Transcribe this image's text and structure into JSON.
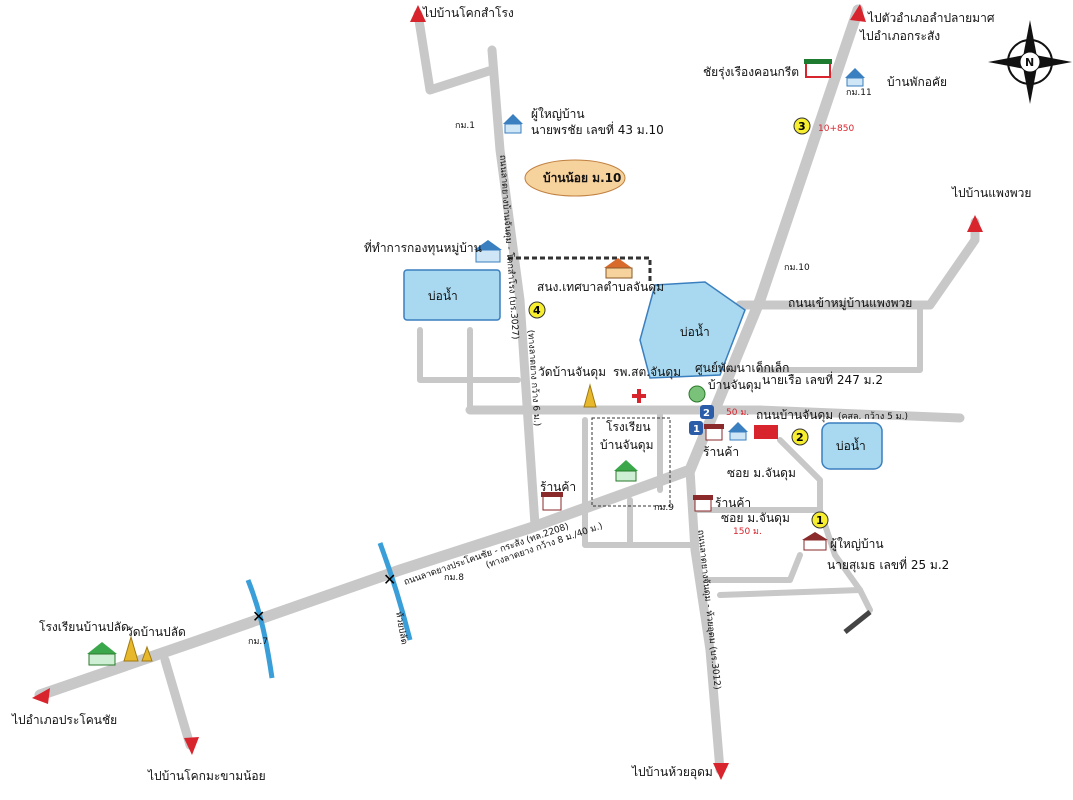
{
  "colors": {
    "road": "#c8c8c8",
    "arrow": "#d8242c",
    "pond_fill": "#a9d9f0",
    "pond_stroke": "#3a7fbf",
    "village_oval": "#f6d29c",
    "marker": "#f6ee2e"
  },
  "labels": {
    "to_khok_samrong": "ไปบ้านโคกสำโรง",
    "to_lam_plai": "ไปตัวอำเภอลำปลายมาศ",
    "to_krasang": "ไปอำเภอกระสัง",
    "to_phaeng_phuai": "ไปบ้านแพงพวย",
    "to_prakhon_chai": "ไปอำเภอประโคนชัย",
    "to_khok_makham": "ไปบ้านโคกมะขามน้อย",
    "to_huai_udom": "ไปบ้านห้วยอุดม",
    "concrete": "ชัยรุ่งเรืองคอนกรีต",
    "ban_phak_khai": "บ้านพักอคัย",
    "village_head_1": "ผู้ใหญ่บ้าน",
    "village_head_1b": "นายพรชัย เลขที่ 43 ม.10",
    "ban_noi": "บ้านน้อย ม.10",
    "fund_office": "ที่ทำการกองทุนหมู่บ้าน",
    "pond": "บ่อน้ำ",
    "municipal_office": "สนง.เทศบาลตำบลจันดุม",
    "temple_chandum": "วัดบ้านจันดุม",
    "hospital": "รพ.สต.จันดุม",
    "child_center": "ศูนย์พัฒนาเด็กเล็ก",
    "child_center_b": "บ้านจันดุม",
    "mr_rue": "นายเรือ เลขที่ 247 ม.2",
    "road_phaeng_phuai": "ถนนเข้าหมู่บ้านแพงพวย",
    "road_chandum": "ถนนบ้านจันดุม",
    "road_chandum_note": "(คสล. กว้าง 5 ม.)",
    "school": "โรงเรียน",
    "school_b": "บ้านจันดุม",
    "shop": "ร้านค้า",
    "soi_1": "ซอย ม.จันดุม",
    "soi_2": "ซอย ม.จันดุม",
    "village_head_2": "ผู้ใหญ่บ้าน",
    "village_head_2b": "นายสุเมธ เลขที่ 25 ม.2",
    "main_road": "ถนนลาดยางประโคนชัย - กระสัง (ทล.2208)",
    "main_road_note": "(ทางลาดยาง กว้าง 8 ม./40 ม.)",
    "school_plat": "โรงเรียนบ้านปลัด",
    "temple_plat": "วัดบ้านปลัด",
    "canal": "ห้วยปลัด",
    "dist_50": "50 ม.",
    "dist_150": "150 ม.",
    "dist_10850": "10+850",
    "vert_road_1": "ถนนลาดยางบ้านจันดุม - โคกสำโรง (บร.3027)",
    "vert_road_1_note": "(ทางลาดยาง กว้าง 6 ม.)",
    "vert_road_2": "ถนนลาดยางจันดุม - ห้วยอุดม (บร.3012)",
    "compass_n": "N"
  },
  "km_markers": {
    "km1": "กม.1",
    "km7": "กม.7",
    "km8": "กม.8",
    "km9": "กม.9",
    "km10": "กม.10",
    "km11": "กม.11"
  },
  "route_markers": {
    "m1": "1",
    "m2": "2",
    "m3": "3",
    "m4": "4"
  },
  "shields": {
    "s1": "1",
    "s2": "2"
  }
}
